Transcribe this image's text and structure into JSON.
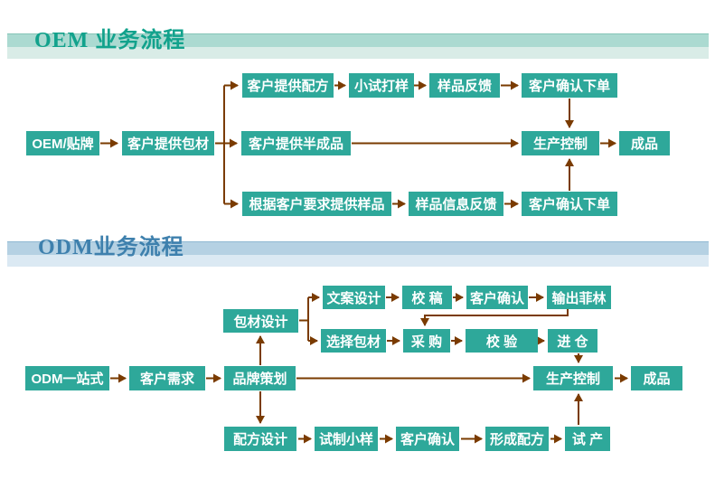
{
  "colors": {
    "node_fill": "#2ea89a",
    "node_text": "#ffffff",
    "arrow": "#7a3b00",
    "oem_title": "#12a28c",
    "oem_band1": "#abdad1",
    "oem_band2": "#d9ece7",
    "odm_title": "#3e80ad",
    "odm_band1": "#b5d1e3",
    "odm_band2": "#dbe9f3"
  },
  "oem": {
    "title": "OEM 业务流程",
    "nodes": {
      "start": "OEM/贴牌",
      "customer_package": "客户提供包材",
      "customer_formula": "客户提供配方",
      "trial_sample": "小试打样",
      "sample_feedback": "样品反馈",
      "confirm_order_top": "客户确认下单",
      "semi_finished": "客户提供半成品",
      "production_control": "生产控制",
      "finished": "成品",
      "sample_by_request": "根据客户要求提供样品",
      "sample_info_feedback": "样品信息反馈",
      "confirm_order_bottom": "客户确认下单"
    }
  },
  "odm": {
    "title": "ODM业务流程",
    "nodes": {
      "start": "ODM一站式",
      "customer_demand": "客户需求",
      "brand_planning": "品牌策划",
      "package_design": "包材设计",
      "copy_design": "文案设计",
      "proofread": "校 稿",
      "customer_confirm_top": "客户确认",
      "output_film": "输出菲林",
      "select_package": "选择包材",
      "purchase": "采 购",
      "inspection": "校 验",
      "warehouse": "进 仓",
      "production_control": "生产控制",
      "finished": "成品",
      "formula_design": "配方设计",
      "trial_small_sample": "试制小样",
      "customer_confirm_bottom": "客户确认",
      "form_formula": "形成配方",
      "trial_production": "试 产"
    }
  }
}
